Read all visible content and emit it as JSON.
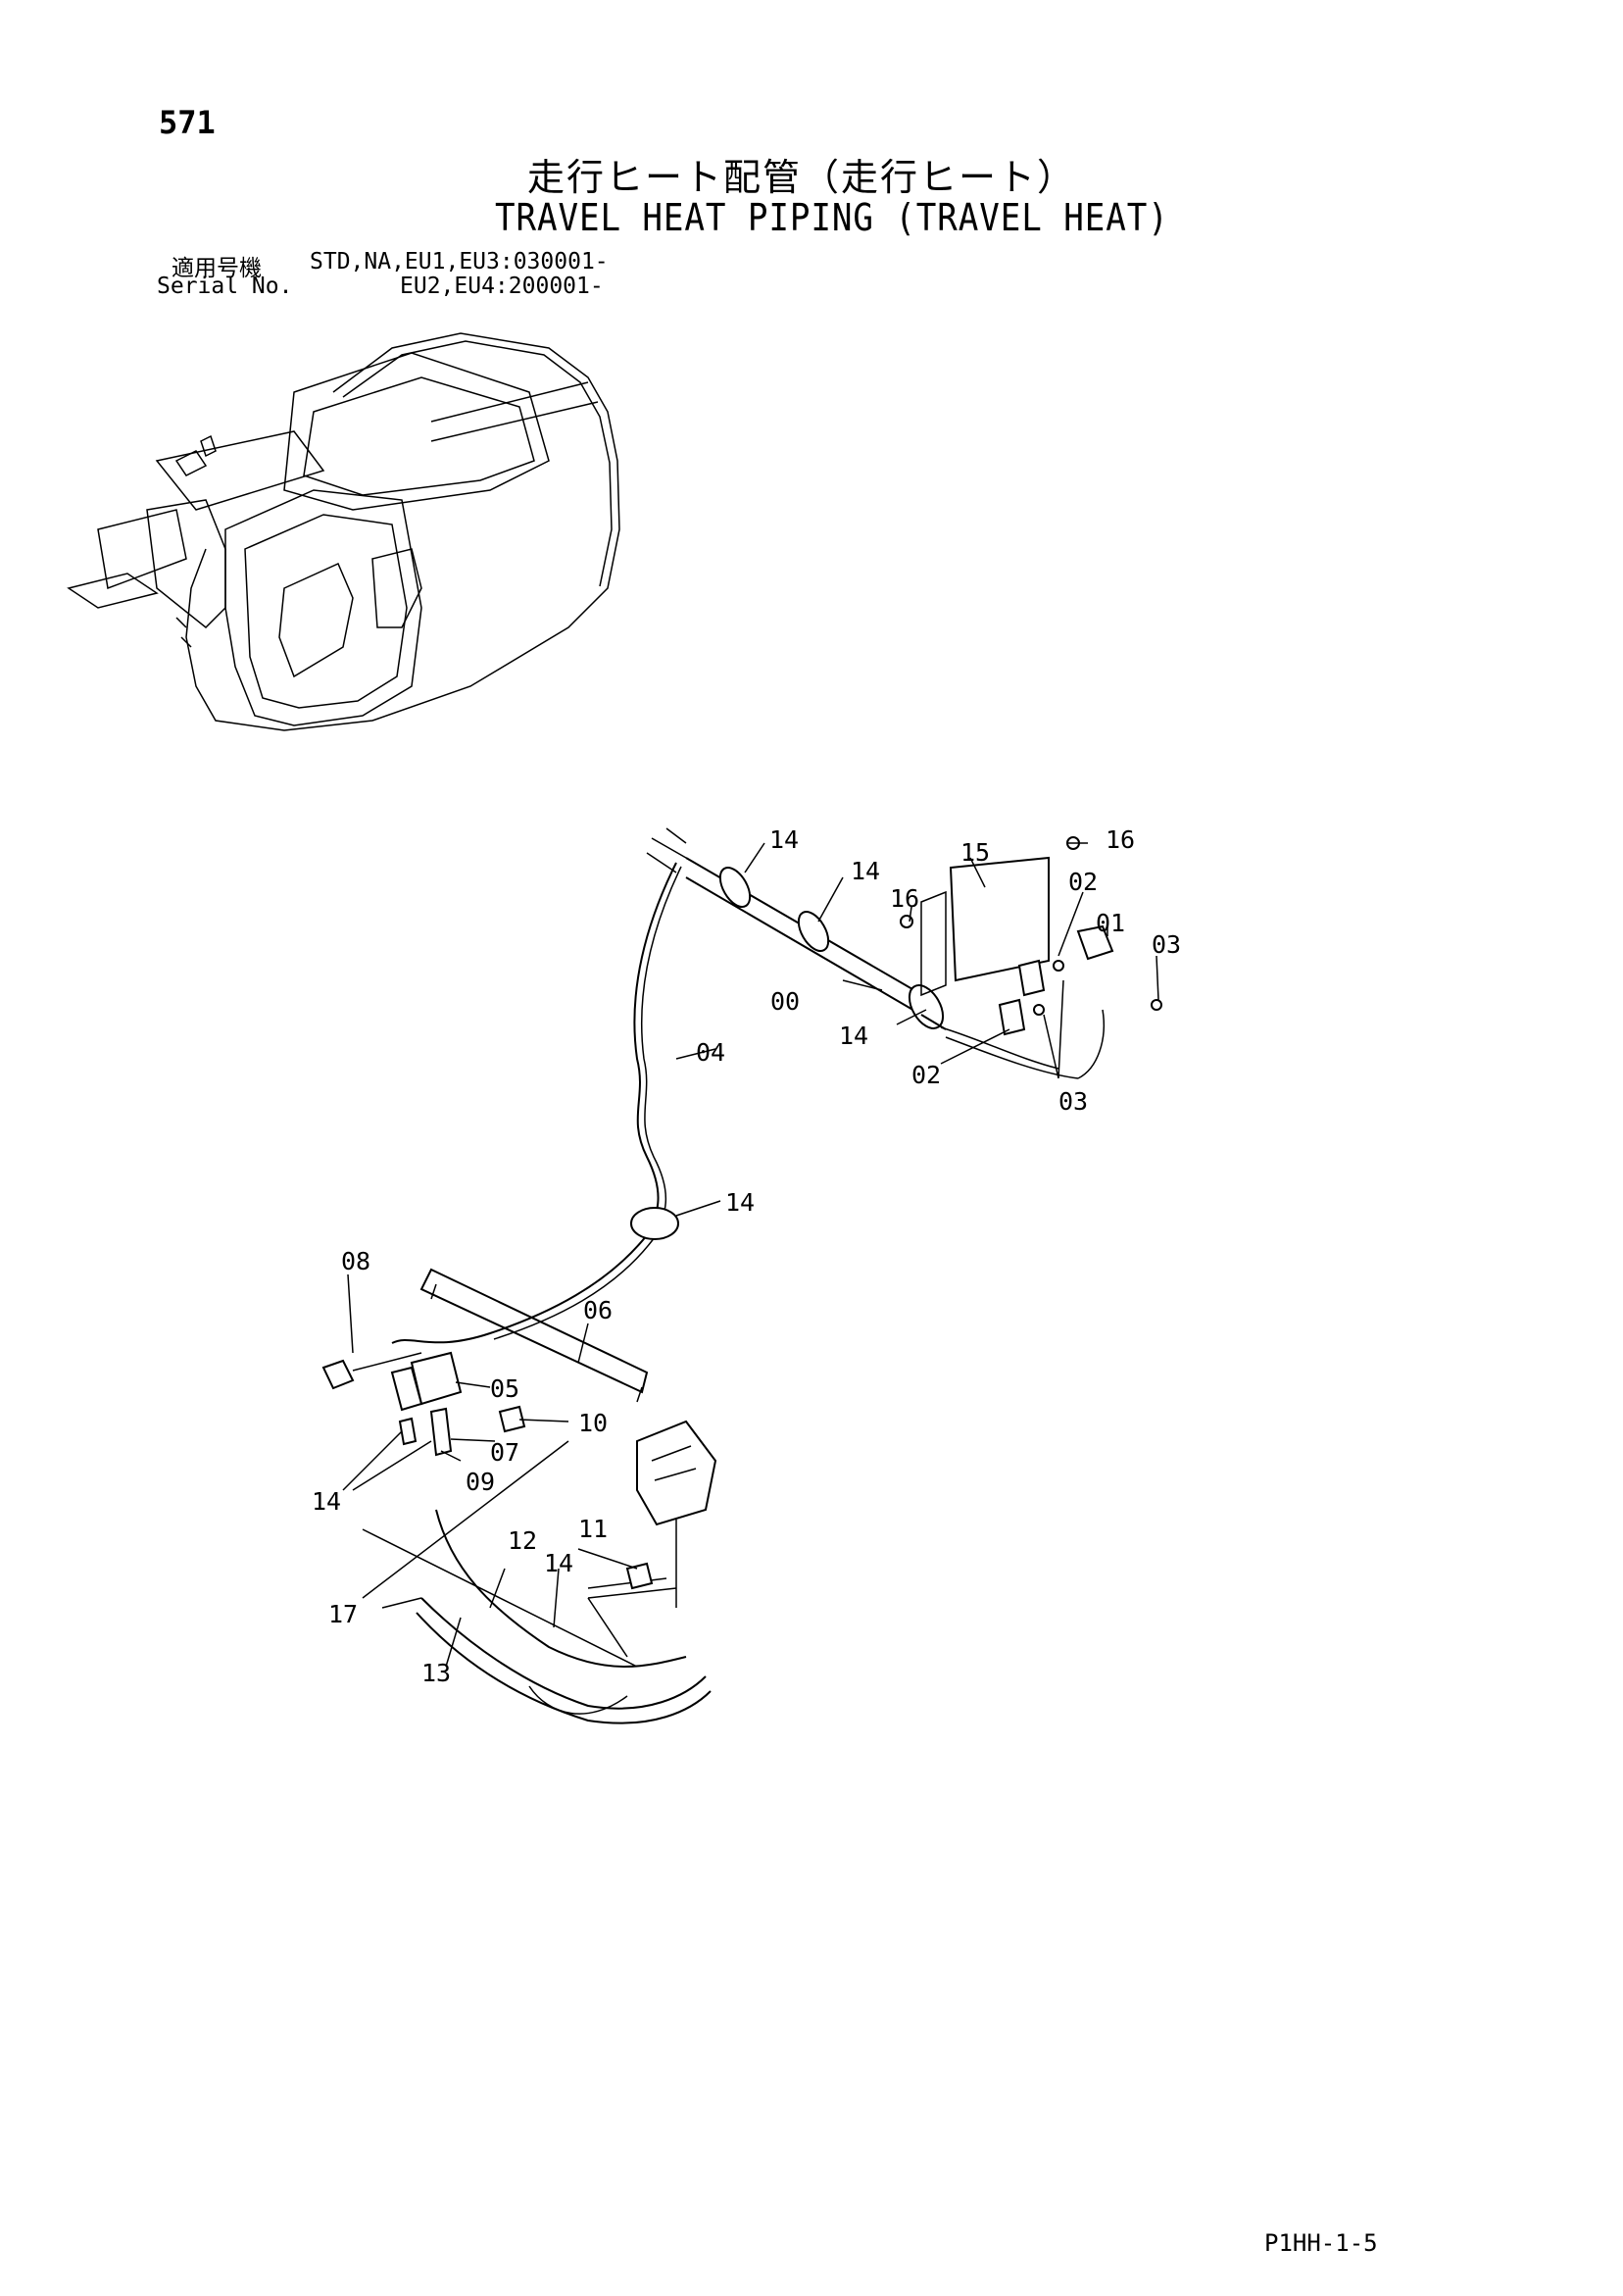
{
  "header": {
    "page_number": "571",
    "title_jp": "走行ヒート配管（走行ヒート）",
    "title_en": "TRAVEL HEAT PIPING (TRAVEL HEAT)",
    "serial_label_jp": "適用号機",
    "serial_label_en": "Serial No.",
    "serial_line_1": "STD,NA,EU1,EU3:030001-",
    "serial_line_2": "EU2,EU4:200001-"
  },
  "callouts": [
    "14",
    "14",
    "15",
    "16",
    "16",
    "02",
    "01",
    "03",
    "00",
    "14",
    "02",
    "03",
    "04",
    "14",
    "08",
    "06",
    "05",
    "10",
    "07",
    "09",
    "14",
    "11",
    "12",
    "14",
    "17",
    "13"
  ],
  "footer": {
    "code": "P1HH-1-5"
  }
}
